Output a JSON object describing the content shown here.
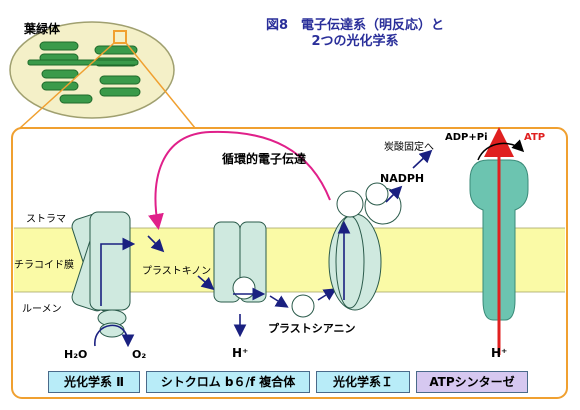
{
  "title": {
    "line1": "図8　電子伝達系（明反応）と",
    "line2": "2つの光化学系"
  },
  "chloroplast_label": "葉緑体",
  "regions": {
    "stroma": "ストラマ",
    "thylakoid": "チラコイド膜",
    "lumen": "ルーメン"
  },
  "flow_labels": {
    "cyclic": "循環的電子伝達",
    "co2_fixation": "炭酸固定へ",
    "nadph": "NADPH",
    "adp_pi": "ADP+Pi",
    "atp": "ATP",
    "plastoquinone": "プラストキノン",
    "plastocyanin": "プラストシアニン",
    "h2o": "H₂O",
    "o2": "O₂",
    "h_plus_left": "H⁺",
    "h_plus_right": "H⁺"
  },
  "complexes": [
    {
      "label": "光化学系 Ⅱ",
      "color": "#b8ecf8"
    },
    {
      "label": "シトクロム b６/f 複合体",
      "color": "#b8ecf8"
    },
    {
      "label": "光化学系Ｉ",
      "color": "#b8ecf8"
    },
    {
      "label": "ATPシンターゼ",
      "color": "#d6c8f0"
    }
  ],
  "colors": {
    "title": "#2a2f9a",
    "frame": "#f0a030",
    "membrane": "#fafaa6",
    "protein": "#cfe9df",
    "atp_synthase": "#6cc4b0",
    "chloroplast": "#f4f0c8",
    "thylakoid_green": "#3a9a4a",
    "electron_arrow": "#1a2080",
    "cyclic_arrow": "#e0208a",
    "proton_arrow": "#e02020",
    "atp_text": "#e02020"
  }
}
